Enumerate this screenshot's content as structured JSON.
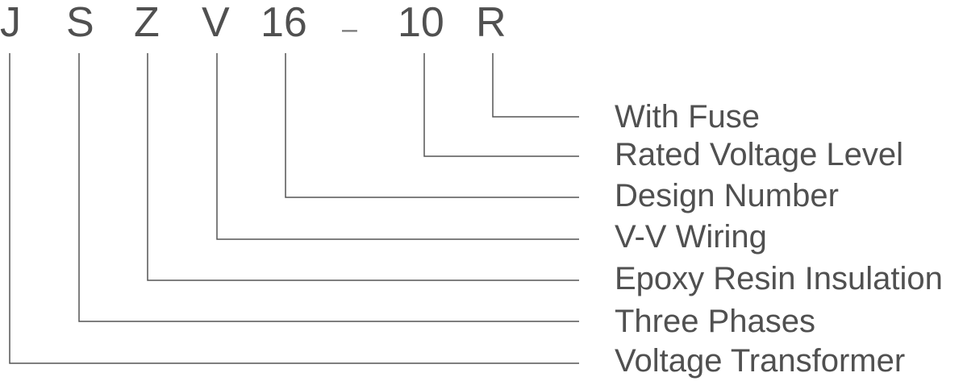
{
  "model_code": {
    "segments": [
      "J",
      "S",
      "Z",
      "V",
      "16",
      "–",
      "10",
      "R"
    ]
  },
  "meanings": [
    {
      "segment": "R",
      "label": "With Fuse"
    },
    {
      "segment": "10",
      "label": "Rated Voltage Level"
    },
    {
      "segment": "16",
      "label": "Design Number"
    },
    {
      "segment": "V",
      "label": "V-V Wiring"
    },
    {
      "segment": "Z",
      "label": "Epoxy Resin Insulation"
    },
    {
      "segment": "S",
      "label": "Three Phases"
    },
    {
      "segment": "J",
      "label": "Voltage Transformer"
    }
  ],
  "colors": {
    "text": "#505050",
    "line": "#555555"
  }
}
